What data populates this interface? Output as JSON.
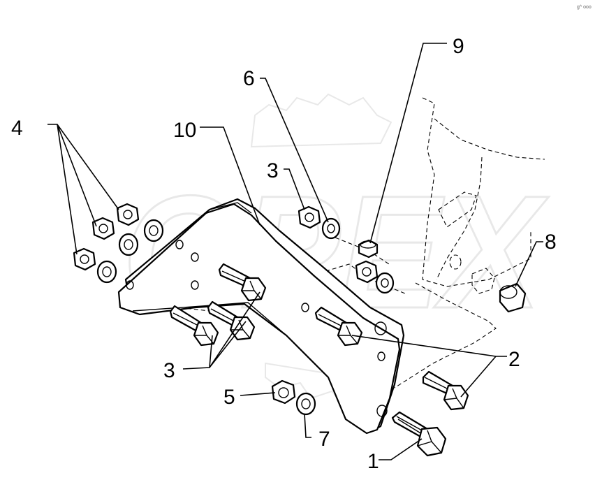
{
  "callouts": {
    "c1": "1",
    "c2": "2",
    "c3_upper": "3",
    "c3_lower": "3",
    "c4": "4",
    "c5": "5",
    "c6": "6",
    "c7": "7",
    "c8": "8",
    "c9": "9",
    "c10": "10"
  },
  "watermark": {
    "text": "OPEX"
  },
  "corner_code": "g^ ooo",
  "colors": {
    "line": "#000000",
    "watermark_stroke": "#d6d6d6"
  }
}
